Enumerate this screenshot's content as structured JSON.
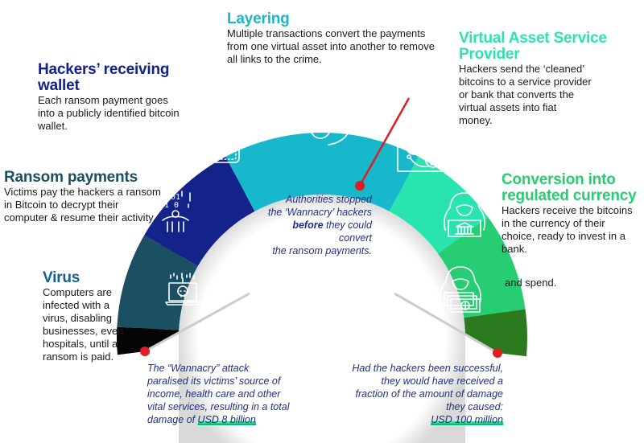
{
  "colors": {
    "virus": "#050505",
    "ransom": "#1b4f62",
    "wallet": "#13238a",
    "layering": "#18b8cc",
    "vasp": "#2ae4b0",
    "conversion": "#27cd72",
    "spend": "#2c7a1e",
    "accent_red": "#e01b22",
    "note_text": "#1d2f8c",
    "highlight": "#2ce6a6"
  },
  "steps": [
    {
      "id": "virus",
      "title": "Virus",
      "desc": "Computers are infected with a virus, disabling businesses, even hospitals, until a ransom is paid.",
      "icon": "infected-laptop-skull-icon"
    },
    {
      "id": "ransom",
      "title": "Ransom payments",
      "desc": "Victims pay the hackers a ransom in Bitcoin to decrypt their computer & resume their activity.",
      "icon": "binary-code-person-icon"
    },
    {
      "id": "wallet",
      "title": "Hackers’ receiving wallet",
      "desc": "Each ransom payment goes into a publicly identified bitcoin wallet.",
      "icon": "bitcoin-wallet-icon"
    },
    {
      "id": "layering",
      "title": "Layering",
      "desc": "Multiple transactions convert the payments from one virtual asset into another to remove all links to the crime.",
      "icon": "crypto-exchange-cycle-icon"
    },
    {
      "id": "vasp",
      "title": "Virtual Asset Service Provider",
      "desc": "Hackers send the ‘cleaned’ bitcoins to a service provider or bank that converts the virtual assets into fiat money.",
      "icon": "dollar-bitcoin-exchange-icon"
    },
    {
      "id": "conversion",
      "title": "Conversion into regulated currency",
      "desc": "Hackers receive the bitcoins in the currency of their choice, ready to invest in a bank.",
      "icon": "hacker-bank-laptop-icon"
    },
    {
      "id": "spend",
      "title": "",
      "desc": "and spend.",
      "icon": "hacker-cash-icon"
    }
  ],
  "notes": {
    "center": {
      "line1": "Authorities stopped",
      "line2": "the ‘Wannacry’ hackers",
      "bold": "before",
      "line3_rest": " they could convert",
      "line4": "the ransom payments."
    },
    "left": {
      "text": "The “Wannacry” attack paralised its victims’ source of income, health care and other vital services, resulting in a total damage of ",
      "amount": "USD 8 billion"
    },
    "right": {
      "text": "Had the hackers been successful, they would have received a fraction of the amount of damage they caused:",
      "amount": "USD 100 million"
    }
  }
}
